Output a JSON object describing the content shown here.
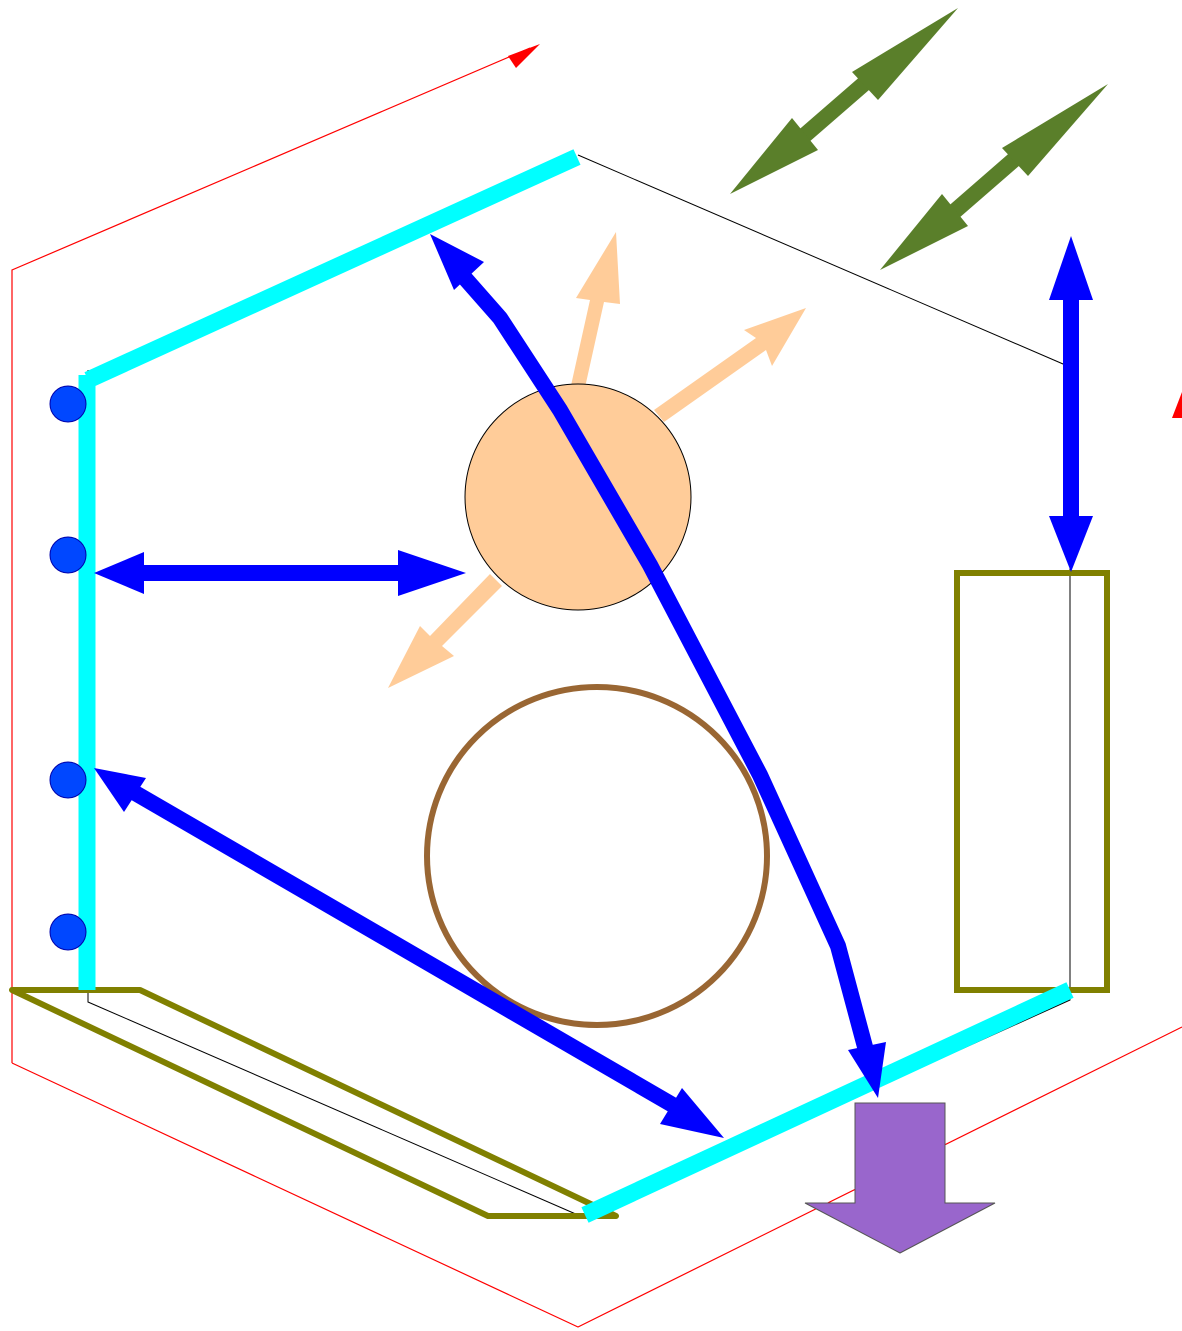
{
  "diagram": {
    "description_text": "",
    "colors": {
      "outline_red": "#ff0000",
      "outline_black": "#000000",
      "cyan_wall": "#00ffff",
      "blue_arrow": "#0000ff",
      "dot_blue": "#0047ff",
      "peach_fill": "#ffcc99",
      "peach_arrow": "#ffcc99",
      "olive_panel": "#808000",
      "brown_ring": "#996633",
      "green_arrow": "#5a7f2a",
      "purple_arrow": "#9966cc"
    },
    "elements": [
      {
        "name": "outer-red-hexagon",
        "kind": "outline"
      },
      {
        "name": "inner-black-hexagon",
        "kind": "outline"
      },
      {
        "name": "cyan-wall-top",
        "kind": "wall"
      },
      {
        "name": "cyan-wall-left",
        "kind": "wall"
      },
      {
        "name": "cyan-wall-bottom",
        "kind": "wall"
      },
      {
        "name": "peach-source-circle",
        "kind": "emitter"
      },
      {
        "name": "brown-ring",
        "kind": "ring"
      },
      {
        "name": "olive-right-panel",
        "kind": "panel"
      },
      {
        "name": "olive-bottom-panel",
        "kind": "panel"
      },
      {
        "name": "blue-dots",
        "kind": "markers",
        "count": 4
      },
      {
        "name": "green-double-arrows",
        "kind": "arrows",
        "count": 2
      },
      {
        "name": "purple-down-arrow",
        "kind": "arrow"
      }
    ]
  }
}
